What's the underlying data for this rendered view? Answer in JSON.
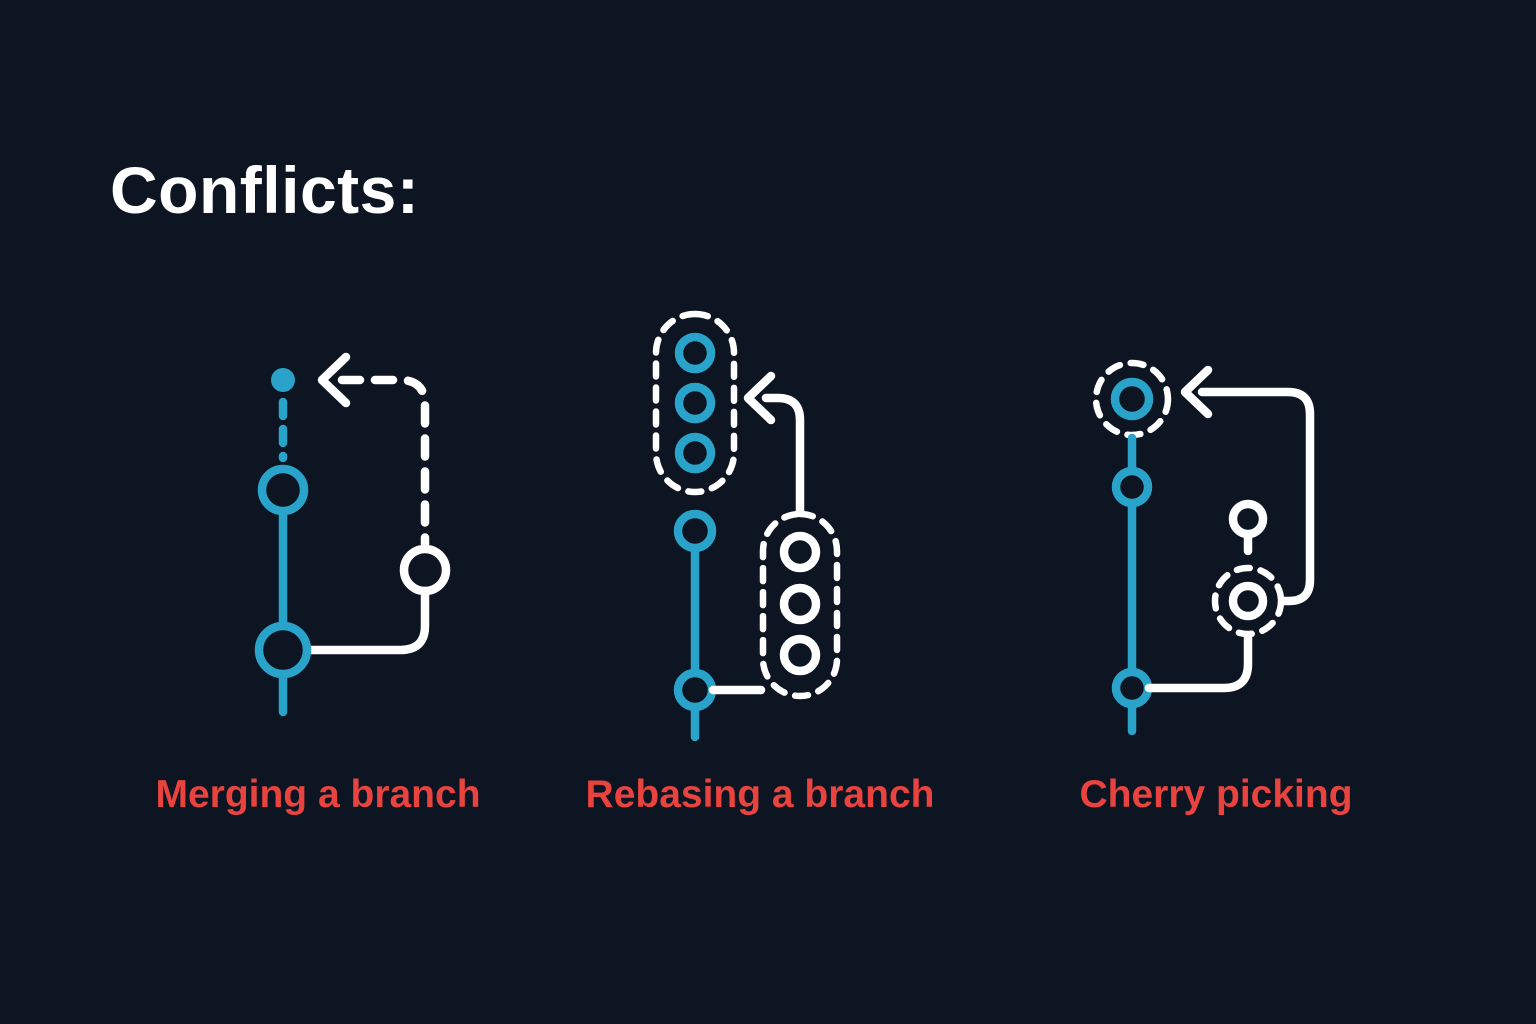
{
  "title": "Conflicts:",
  "colors": {
    "background": "#0d1422",
    "teal": "#29a3c9",
    "white": "#ffffff",
    "red": "#e8433e"
  },
  "diagrams": [
    {
      "id": "merge",
      "label": "Merging a branch"
    },
    {
      "id": "rebase",
      "label": "Rebasing a branch"
    },
    {
      "id": "cherry",
      "label": "Cherry picking"
    }
  ]
}
